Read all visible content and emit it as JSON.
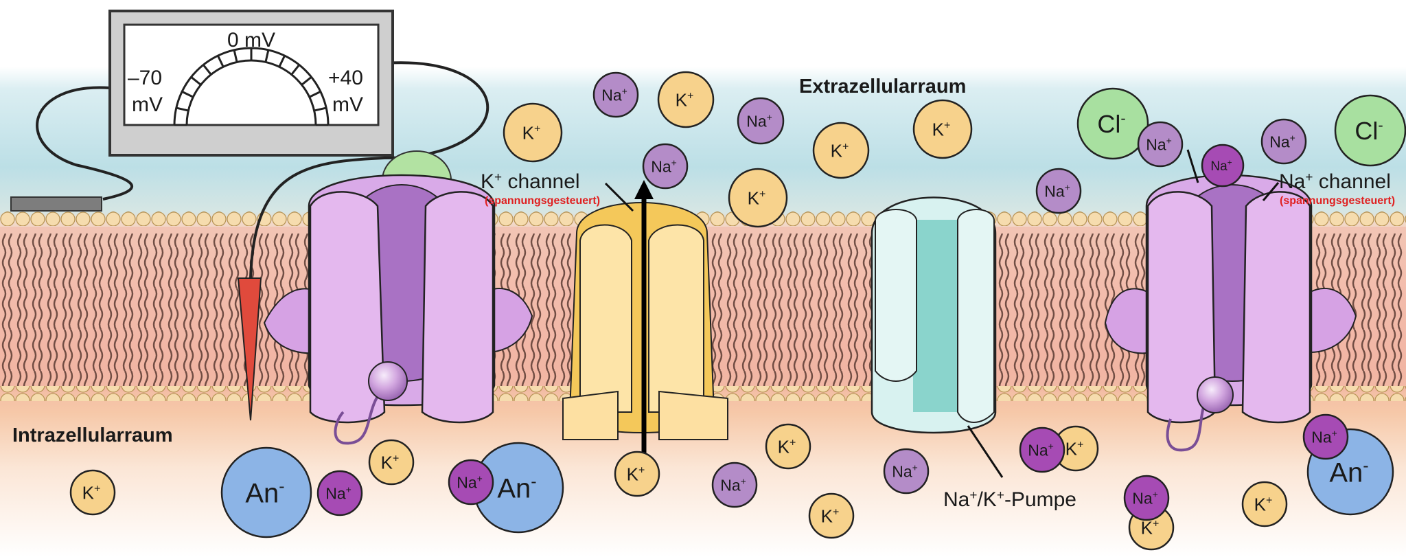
{
  "regions": {
    "extracellular": "Extrazellularraum",
    "intracellular": "Intrazellularraum"
  },
  "voltmeter": {
    "zero": "0 mV",
    "left_value": "–70",
    "left_unit": "mV",
    "right_value": "+40",
    "right_unit": "mV"
  },
  "labels": {
    "k_channel": "K",
    "k_channel_sup": "+",
    "k_channel_rest": " channel",
    "k_channel_note": "(spannungsgesteuert)",
    "na_channel": "Na",
    "na_channel_sup": "+",
    "na_channel_rest": " channel",
    "na_channel_note": "(spannungsgesteuert)",
    "pump_1": "Na",
    "pump_sup1": "+",
    "pump_2": "/K",
    "pump_sup2": "+",
    "pump_3": "-Pumpe"
  },
  "ions": [
    {
      "base": "Na",
      "charge": "+",
      "kind": "na"
    },
    {
      "base": "K",
      "charge": "+",
      "kind": "k"
    },
    {
      "base": "K",
      "charge": "+",
      "kind": "k"
    },
    {
      "base": "Na",
      "charge": "+",
      "kind": "na"
    },
    {
      "base": "Na",
      "charge": "+",
      "kind": "na"
    },
    {
      "base": "K",
      "charge": "+",
      "kind": "k"
    },
    {
      "base": "K",
      "charge": "+",
      "kind": "k"
    },
    {
      "base": "K",
      "charge": "+",
      "kind": "k"
    },
    {
      "base": "Cl",
      "charge": "-",
      "kind": "cl"
    },
    {
      "base": "Na",
      "charge": "+",
      "kind": "na"
    },
    {
      "base": "Na",
      "charge": "+",
      "kind": "nadark"
    },
    {
      "base": "Na",
      "charge": "+",
      "kind": "na"
    },
    {
      "base": "Cl",
      "charge": "-",
      "kind": "cl"
    },
    {
      "base": "Na",
      "charge": "+",
      "kind": "na"
    },
    {
      "base": "K",
      "charge": "+",
      "kind": "k"
    },
    {
      "base": "An",
      "charge": "-",
      "kind": "an"
    },
    {
      "base": "Na",
      "charge": "+",
      "kind": "nadark"
    },
    {
      "base": "K",
      "charge": "+",
      "kind": "k"
    },
    {
      "base": "An",
      "charge": "-",
      "kind": "an"
    },
    {
      "base": "Na",
      "charge": "+",
      "kind": "nadark"
    },
    {
      "base": "K",
      "charge": "+",
      "kind": "k"
    },
    {
      "base": "Na",
      "charge": "+",
      "kind": "na"
    },
    {
      "base": "K",
      "charge": "+",
      "kind": "k"
    },
    {
      "base": "K",
      "charge": "+",
      "kind": "k"
    },
    {
      "base": "Na",
      "charge": "+",
      "kind": "na"
    },
    {
      "base": "K",
      "charge": "+",
      "kind": "k"
    },
    {
      "base": "Na",
      "charge": "+",
      "kind": "nadark"
    },
    {
      "base": "K",
      "charge": "+",
      "kind": "k"
    },
    {
      "base": "Na",
      "charge": "+",
      "kind": "nadark"
    },
    {
      "base": "K",
      "charge": "+",
      "kind": "k"
    },
    {
      "base": "An",
      "charge": "-",
      "kind": "an"
    },
    {
      "base": "Na",
      "charge": "+",
      "kind": "nadark"
    }
  ],
  "colors": {
    "na": "#b48cc8",
    "nadark": "#a64bb4",
    "k": "#f7d28c",
    "cl": "#a8e0a0",
    "an": "#8cb4e6"
  }
}
